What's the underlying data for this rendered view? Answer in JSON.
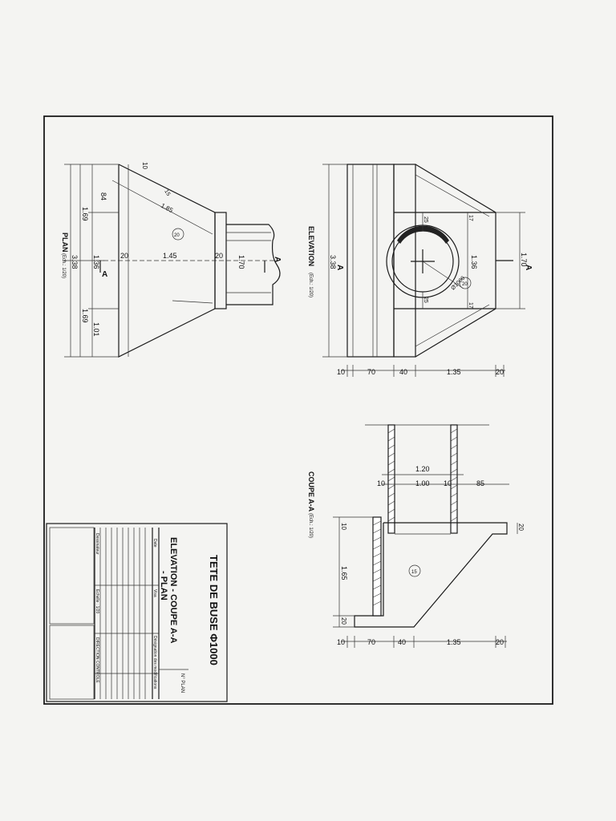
{
  "sheet": {
    "title_block": {
      "title": "TETE DE BUSE Φ1000",
      "subtitle_lines": [
        "ELEVATION - COUPE A-A",
        "- PLAN"
      ],
      "field_designation": "Désignation des modifications",
      "field_date": "Date",
      "field_visa": "Visa",
      "field_plan_no": "N° PLAN",
      "field_echelle": "Echelle : 1/20",
      "field_dessinateur": "Dessinateur",
      "field_direction": "DIRECTION CONTROLE"
    },
    "plan": {
      "label": "PLAN",
      "scale": "(Ech.: 1/20)",
      "section_mark": "A",
      "dims": [
        "10",
        "84",
        "1.69",
        "3.38",
        "1.36",
        "1.69",
        "1.01",
        "20",
        "1.45",
        "20",
        "1.70",
        "15",
        "1.85",
        "20"
      ],
      "mark": "20"
    },
    "elevation": {
      "label": "ELEVATION",
      "scale": "(Ech.: 1/20)",
      "section_mark": "A",
      "dims": [
        "3.38",
        "1.36",
        "25",
        "25",
        "17",
        "17",
        "1.70",
        "Ø1000",
        "20"
      ],
      "bottom_dims": [
        "10",
        "70",
        "40",
        "1.35",
        "20"
      ]
    },
    "coupe": {
      "label": "COUPE A-A",
      "scale": "(Ech.: 1/20)",
      "top_dims": [
        "1.20",
        "10",
        "1.00",
        "10",
        "85"
      ],
      "side_dims": [
        "10",
        "1.65",
        "20",
        "20"
      ],
      "mark": "15",
      "bottom_dims": [
        "10",
        "70",
        "40",
        "1.35",
        "20"
      ]
    }
  }
}
